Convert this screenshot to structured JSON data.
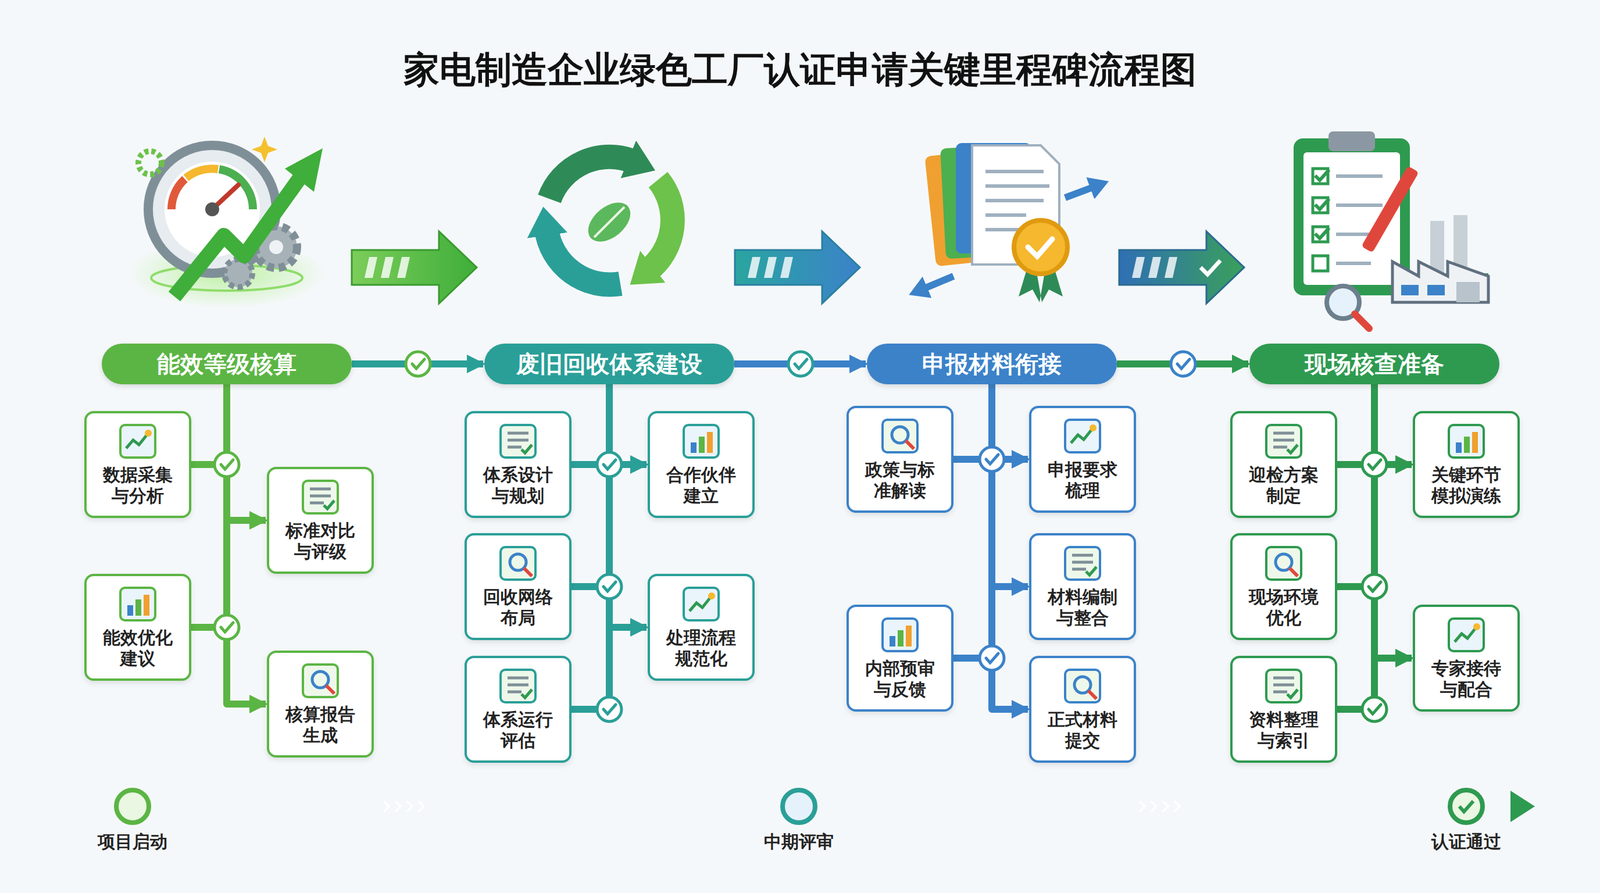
{
  "diagram": {
    "title": "家电制造企业绿色工厂认证申请关键里程碑流程图",
    "nodes": [
      {
        "text": [
          "能效等级核算"
        ]
      },
      {
        "text": [
          "数据采集与分析"
        ]
      },
      {
        "text": [
          "标准对比与评级"
        ]
      },
      {
        "text": [
          "能效优化建议"
        ]
      },
      {
        "text": [
          "核算报告生成"
        ]
      },
      {
        "text": [
          "废旧回收体系建设"
        ]
      },
      {
        "text": [
          "体系设计与规划"
        ]
      },
      {
        "text": [
          "合作伙伴建立"
        ]
      },
      {
        "text": [
          "回收网络布局"
        ]
      },
      {
        "text": [
          "处理流程规范化"
        ]
      },
      {
        "text": [
          "体系运行评估"
        ]
      },
      {
        "text": [
          "申报材料衔接"
        ]
      },
      {
        "text": [
          "政策与标准解读"
        ]
      },
      {
        "text": [
          "申报要求梳理"
        ]
      },
      {
        "text": [
          "材料编制与整合"
        ]
      },
      {
        "text": [
          "内部预审与反馈"
        ]
      },
      {
        "text": [
          "正式材料提交"
        ]
      },
      {
        "text": [
          "现场核查准备"
        ]
      },
      {
        "text": [
          "迎检方案制定"
        ]
      },
      {
        "text": [
          "关键环节模拟演练"
        ]
      },
      {
        "text": [
          "现场环境优化"
        ]
      },
      {
        "text": [
          "专家接待与配合"
        ]
      },
      {
        "text": [
          "资料整理与索引"
        ]
      }
    ],
    "edges": [
      {
        "from": 0,
        "to": 5,
        "arrow": "to"
      },
      {
        "from": 5,
        "to": 11,
        "arrow": "to"
      },
      {
        "from": 11,
        "to": 17,
        "arrow": "to"
      },
      {
        "from": 0,
        "to": 1,
        "arrow": "none"
      },
      {
        "from": 0,
        "to": 2,
        "arrow": "to"
      },
      {
        "from": 0,
        "to": 3,
        "arrow": "none"
      },
      {
        "from": 0,
        "to": 4,
        "arrow": "to"
      },
      {
        "from": 5,
        "to": 6,
        "arrow": "none"
      },
      {
        "from": 5,
        "to": 7,
        "arrow": "to"
      },
      {
        "from": 5,
        "to": 8,
        "arrow": "none"
      },
      {
        "from": 5,
        "to": 9,
        "arrow": "to"
      },
      {
        "from": 5,
        "to": 10,
        "arrow": "none"
      },
      {
        "from": 11,
        "to": 12,
        "arrow": "none"
      },
      {
        "from": 11,
        "to": 13,
        "arrow": "to"
      },
      {
        "from": 11,
        "to": 14,
        "arrow": "to"
      },
      {
        "from": 11,
        "to": 15,
        "arrow": "none"
      },
      {
        "from": 11,
        "to": 16,
        "arrow": "to"
      },
      {
        "from": 17,
        "to": 18,
        "arrow": "none"
      },
      {
        "from": 17,
        "to": 19,
        "arrow": "to"
      },
      {
        "from": 17,
        "to": 20,
        "arrow": "none"
      },
      {
        "from": 17,
        "to": 21,
        "arrow": "to"
      },
      {
        "from": 17,
        "to": 22,
        "arrow": "none"
      }
    ],
    "labels": [
      "项目启动",
      "中期评审",
      "认证通过"
    ]
  }
}
